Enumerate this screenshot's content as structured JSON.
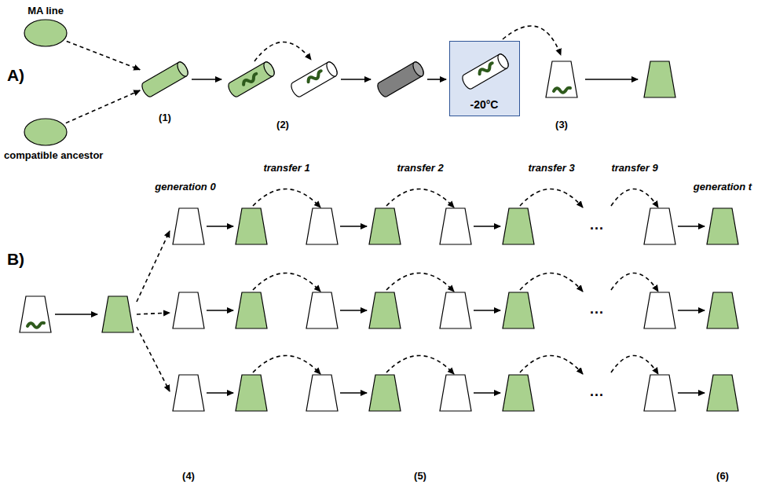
{
  "diagram": {
    "nodes": [
      {
        "text": [
          "MA line"
        ]
      },
      {
        "text": [
          "compatible ancestor"
        ]
      },
      {
        "text": [
          "(1)"
        ]
      },
      {
        "text": [
          "-20°C"
        ]
      }
    ],
    "edges": [
      {
        "from": 0,
        "to": 2,
        "arrow": "to"
      },
      {
        "from": 1,
        "to": 2,
        "arrow": "to"
      }
    ],
    "labels": [
      "A)",
      "(2)",
      "(3)",
      "B)",
      "generation 0",
      "transfer 1",
      "transfer 2",
      "transfer 3",
      "transfer 9",
      "generation t",
      "...",
      "...",
      "...",
      "(4)",
      "(5)",
      "(6)"
    ]
  }
}
